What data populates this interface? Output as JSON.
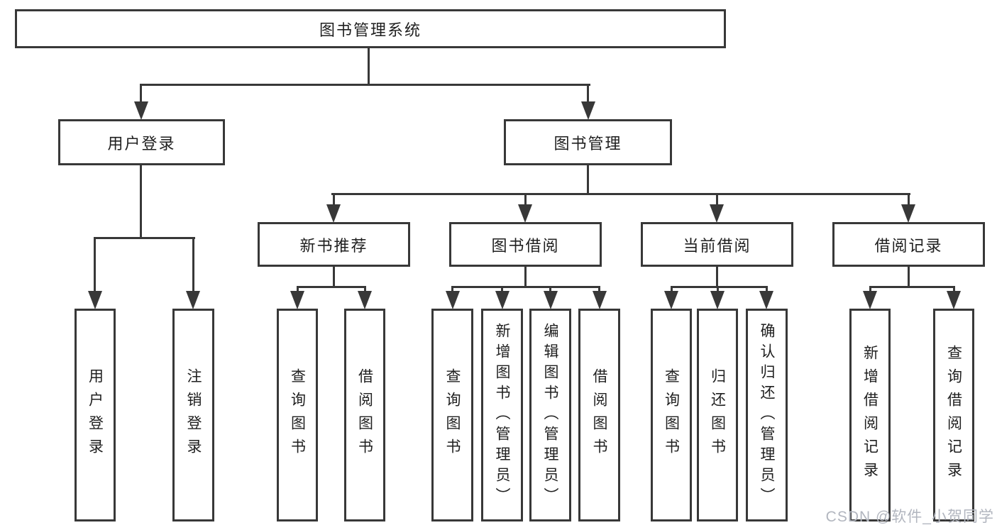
{
  "tree": {
    "label": "图书管理系统",
    "children": [
      {
        "label": "用户登录",
        "children": [
          {
            "label": "用户登录"
          },
          {
            "label": "注销登录"
          }
        ]
      },
      {
        "label": "图书管理",
        "children": [
          {
            "label": "新书推荐",
            "children": [
              {
                "label": "查询图书"
              },
              {
                "label": "借阅图书"
              }
            ]
          },
          {
            "label": "图书借阅",
            "children": [
              {
                "label": "查询图书"
              },
              {
                "label": "新增图书（管理员）"
              },
              {
                "label": "编辑图书（管理员）"
              },
              {
                "label": "借阅图书"
              }
            ]
          },
          {
            "label": "当前借阅",
            "children": [
              {
                "label": "查询图书"
              },
              {
                "label": "归还图书"
              },
              {
                "label": "确认归还（管理员）"
              }
            ]
          },
          {
            "label": "借阅记录",
            "children": [
              {
                "label": "新增借阅记录"
              },
              {
                "label": "查询借阅记录"
              }
            ]
          }
        ]
      }
    ]
  },
  "watermark": "CSDN @软件_小贺同学",
  "colors": {
    "line": "#383838",
    "background": "#ffffff",
    "watermark": "#b2b6bf"
  }
}
